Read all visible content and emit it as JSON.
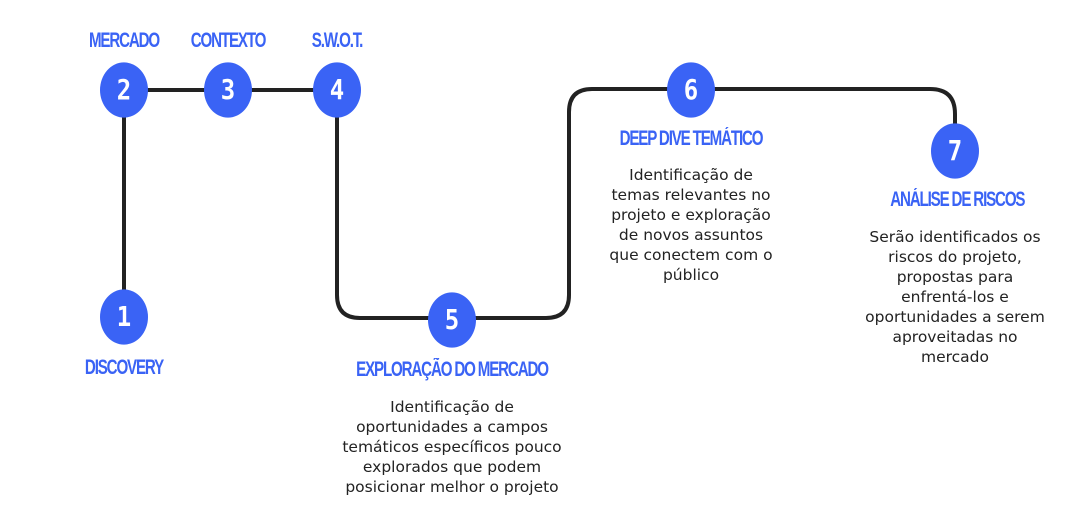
{
  "colors": {
    "accent": "#3a63f5",
    "line": "#222222",
    "text": "#222222"
  },
  "steps": [
    {
      "number": "1",
      "title": "DISCOVERY",
      "description": ""
    },
    {
      "number": "2",
      "title": "MERCADO",
      "description": ""
    },
    {
      "number": "3",
      "title": "CONTEXTO",
      "description": ""
    },
    {
      "number": "4",
      "title": "S.W.O.T.",
      "description": ""
    },
    {
      "number": "5",
      "title": "EXPLORAÇÃO DO MERCADO",
      "description": "Identificação de oportunidades a campos temáticos específicos pouco explorados que podem posicionar melhor o projeto"
    },
    {
      "number": "6",
      "title": "DEEP DIVE TEMÁTICO",
      "description": "Identificação de temas relevantes no projeto e exploração de novos assuntos que conectem com o público"
    },
    {
      "number": "7",
      "title": "ANÁLISE DE RISCOS",
      "description": "Serão identificados os riscos do projeto, propostas para enfrentá-los e oportunidades a serem aproveitadas no mercado"
    }
  ]
}
